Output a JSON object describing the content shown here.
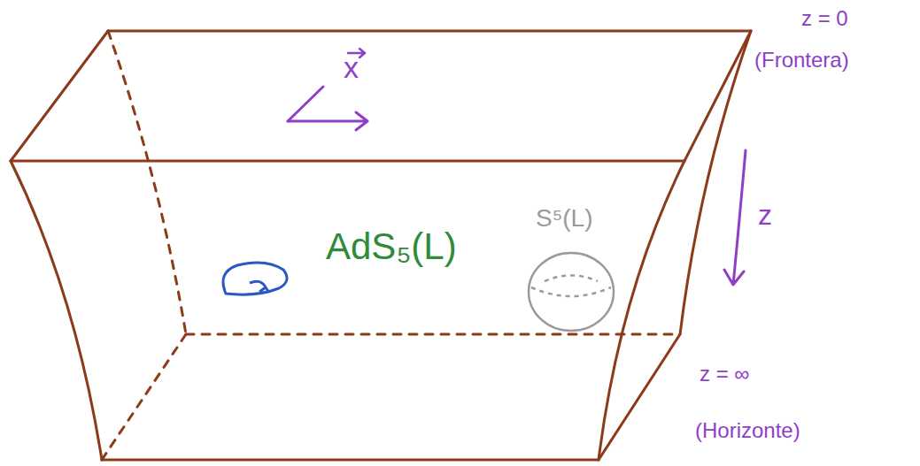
{
  "diagram": {
    "labels": [
      "x",
      "z = 0",
      "(Frontera)",
      "z",
      "AdS₅(L)",
      "S⁵(L)",
      "z = ∞",
      "(Horizonte)"
    ]
  }
}
